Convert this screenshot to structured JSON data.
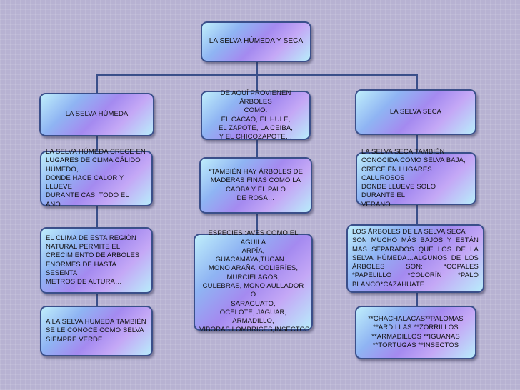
{
  "root": {
    "title": "LA SELVA HÚMEDA Y SECA"
  },
  "humeda": {
    "header": "LA SELVA HÚMEDA",
    "box1": "LA SELVA HÚMEDA CRECE EN\nLUGARES DE CLIMA CÁLIDO\nHÚMEDO,\nDONDE HACE CALOR Y LLUEVE\nDURANTE CASI TODO EL AÑO….",
    "box2": "EL CLIMA DE ESTA REGIÓN\nNATURAL  PERMITE EL\nCRECIMIENTO DE ARBOLES\nENORMES DE HASTA SESENTA\nMETROS DE ALTURA…",
    "box3": "A LA SELVA HUMEDA TAMBIÉN\nSE LE  CONOCE COMO SELVA\nSIEMPRE VERDE…"
  },
  "centro": {
    "box1": "DE AQUÍ PROVIENEN ÁRBOLES\nCOMO:\nEL CACAO, EL HULE,\nEL ZAPOTE, LA CEIBA,\nY EL CHICOZAPOTE…",
    "box2": "*TAMBIÉN HAY ÁRBOLES  DE\nMADERAS FINAS COMO LA\nCAOBA Y EL PALO\nDE ROSA…",
    "box3": "ESPECIES :AVES COMO EL ÁGUILA\nARPÍA,\nGUACAMAYA,TUCÁN…\nMONO ARAÑA, COLIBRÍES,\nMURCIELAGOS,\nCULEBRAS, MONO AULLADOR O\nSARAGUATO,\nOCELOTE, JAGUAR, ARMADILLO,\nVÍBORAS,LOMBRICES,INSECTOS."
  },
  "seca": {
    "header": "LA SELVA SECA",
    "box1": "LA SELVA SECA TAMBIÉN\nCONOCIDA COMO SELVA BAJA,\nCRECE EN LUGARES CALUROSOS\nDONDE LLUEVE SOLO DURANTE EL\nVERANO…",
    "box2": "LOS ÁRBOLES DE LA SELVA SECA\nSON MUCHO MÁS BAJOS Y ESTÁN MÁS SEPARADOS QUE LOS DE LA SELVA HÚMEDA…ALGUNOS DE LOS ÁRBOLES SON: *COPALES *PAPELILLO *COLORÍN *PALO BLANCO*CAZAHUATE….",
    "box3": "**CHACHALACAS**PALOMAS\n**ARDILLAS **ZORRILLOS\n**ARMADILLOS **IGUANAS\n**TORTUGAS **INSECTOS"
  }
}
